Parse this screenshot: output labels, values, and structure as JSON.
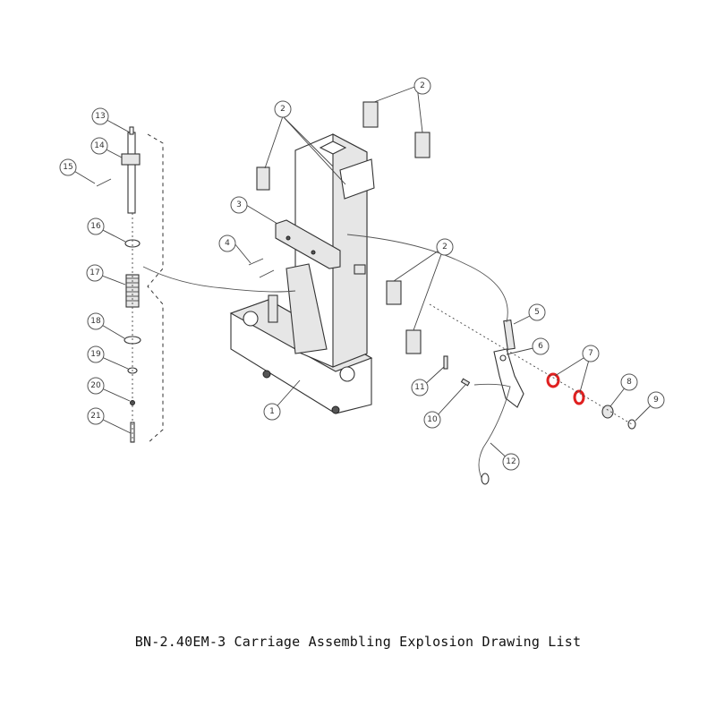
{
  "caption": "BN-2.40EM-3 Carriage Assembling Explosion Drawing List",
  "callouts": [
    "1",
    "2",
    "3",
    "4",
    "5",
    "6",
    "7",
    "8",
    "9",
    "10",
    "11",
    "12",
    "13",
    "14",
    "15",
    "16",
    "17",
    "18",
    "19",
    "20",
    "21"
  ],
  "colors": {
    "highlight": "#e02020",
    "line": "#333333"
  }
}
